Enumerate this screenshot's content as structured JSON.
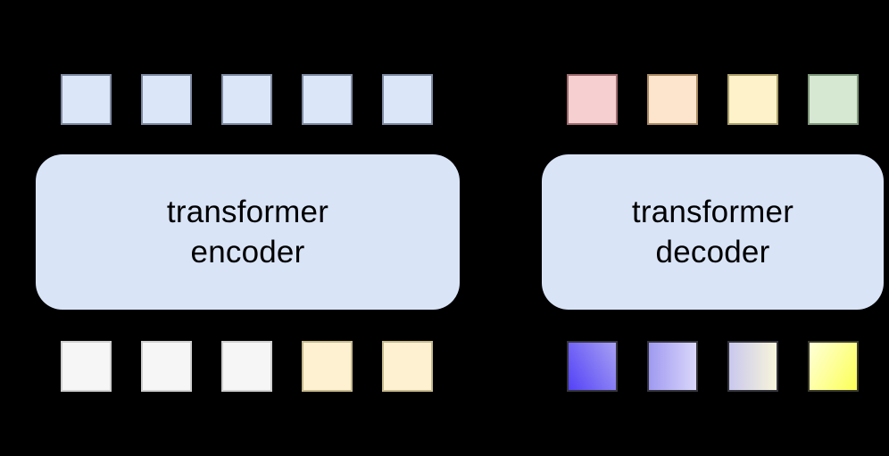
{
  "background": "#000000",
  "encoder": {
    "title_line1": "transformer",
    "title_line2": "encoder",
    "box_fill": "#d9e4f7",
    "text_color": "#000000",
    "output_tokens": [
      {
        "name": "embedding",
        "bg": "#dbe6f8",
        "border": "#7e8aa0"
      },
      {
        "name": "embedding",
        "bg": "#dbe6f8",
        "border": "#7e8aa0"
      },
      {
        "name": "embedding",
        "bg": "#dbe6f8",
        "border": "#7e8aa0"
      },
      {
        "name": "embedding",
        "bg": "#dbe6f8",
        "border": "#7e8aa0"
      },
      {
        "name": "embedding",
        "bg": "#dbe6f8",
        "border": "#7e8aa0"
      }
    ],
    "input_tokens": [
      {
        "name": "white-token",
        "bg": "#f6f6f6",
        "border": "#cfcfcf"
      },
      {
        "name": "white-token",
        "bg": "#f6f6f6",
        "border": "#cfcfcf"
      },
      {
        "name": "white-token",
        "bg": "#f6f6f6",
        "border": "#cfcfcf"
      },
      {
        "name": "cream-token",
        "bg": "#fdf1d2",
        "border": "#c5b98e"
      },
      {
        "name": "cream-token",
        "bg": "#fdf1d2",
        "border": "#c5b98e"
      }
    ]
  },
  "decoder": {
    "title_line1": "transformer",
    "title_line2": "decoder",
    "box_fill": "#d9e4f7",
    "text_color": "#000000",
    "output_tokens": [
      {
        "name": "pink-token",
        "bg": "#f6cfd0",
        "border": "#9c6b6e"
      },
      {
        "name": "orange-token",
        "bg": "#fde4cc",
        "border": "#a98a63"
      },
      {
        "name": "yellow-token",
        "bg": "#fdf2c9",
        "border": "#aa9f6a"
      },
      {
        "name": "green-token",
        "bg": "#d6e7d2",
        "border": "#7d9678"
      }
    ],
    "input_tokens": [
      {
        "name": "blue-gradient-token",
        "bg": "linear-gradient(60deg, #5342f7, #a8a1f3)",
        "border": "#34343c"
      },
      {
        "name": "periwinkle-gradient-token",
        "bg": "linear-gradient(90deg, #a09af1, #dad7fa)",
        "border": "#34343c"
      },
      {
        "name": "lavender-cream-gradient-token",
        "bg": "linear-gradient(90deg, #c9c8ee, #f8f5da)",
        "border": "#34343c"
      },
      {
        "name": "yellow-gradient-token",
        "bg": "linear-gradient(120deg, #ffffd8, #fcff55)",
        "border": "#3a3a2e"
      }
    ]
  }
}
